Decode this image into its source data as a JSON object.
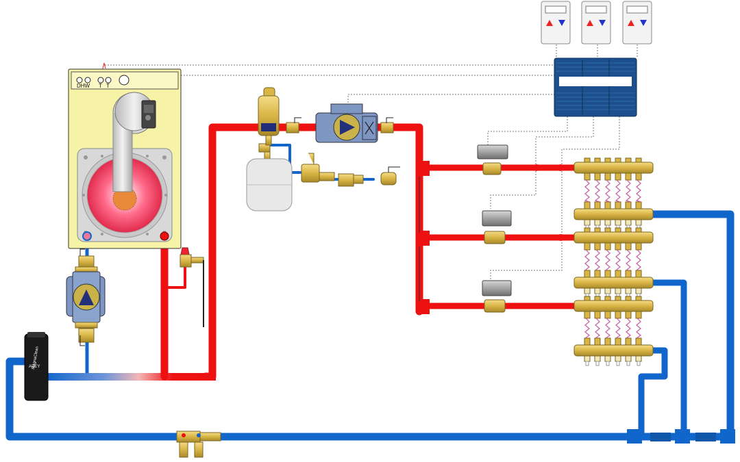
{
  "boiler": {
    "labels": {
      "dhw": "DHW",
      "t1": "T",
      "t2": "T"
    }
  },
  "filter": {
    "brand_text": "MagnaClean",
    "maker_text": "ADEY"
  },
  "colors": {
    "flow": "#ee1111",
    "return": "#1166cc",
    "brass": "#e2c25a",
    "boiler_body": "#f6f3a6",
    "controller": "#1c4f8c",
    "pump": "#7d96c2"
  },
  "icons": {
    "thermostat_up": "triangle-up-red",
    "thermostat_down": "triangle-down-blue",
    "pump": "triangle-play"
  }
}
